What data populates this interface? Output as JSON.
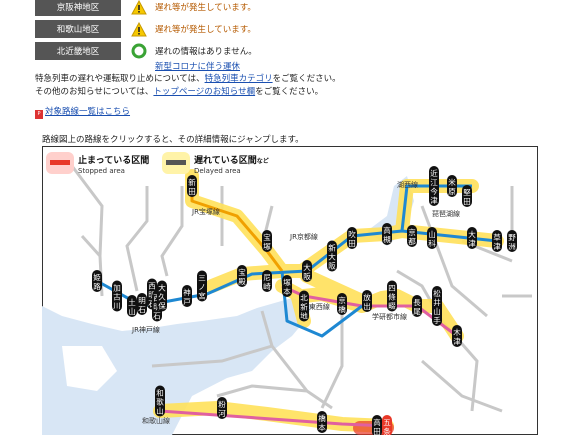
{
  "regions": [
    {
      "name": "京阪神地区",
      "status": "遅れ等が発生しています。",
      "icon": "warning-icon"
    },
    {
      "name": "和歌山地区",
      "status": "遅れ等が発生しています。",
      "icon": "warning-icon"
    },
    {
      "name": "北近畿地区",
      "status": "遅れの情報はありません。",
      "icon": "ok-circle-icon"
    }
  ],
  "covid_link": "新型コロナに伴う運休",
  "notice": {
    "line1_pre": "特急列車の遅れや運転取り止めについては、",
    "line1_link": "特急列車カテゴリ",
    "line1_post": "をご覧ください。",
    "line2_pre": "その他のお知らせについては、",
    "line2_link": "トップページのお知らせ欄",
    "line2_post": "をご覧ください。"
  },
  "pdf_link": "対象路線一覧はこちら",
  "map_instruction": "路線図上の路線をクリックすると、その詳細情報にジャンプします。",
  "legend": {
    "stopped_jp": "止まっている区間",
    "stopped_en": "Stopped area",
    "delayed_jp": "遅れている区間",
    "delayed_suffix": "など",
    "delayed_en": "Delayed area"
  },
  "lines": {
    "kobe": "JR神戸線",
    "takarazuka": "JR宝塚線",
    "kyoto": "JR京都線",
    "tozai": "JR東西線",
    "gakken": "学研都市線",
    "kosei": "湖西線",
    "biwako": "琵琶湖線",
    "wakayama": "和歌山線"
  },
  "stations": [
    "姫路",
    "加古川",
    "西明石",
    "明石",
    "三ノ宮",
    "神戸",
    "尼崎",
    "大阪",
    "新大阪",
    "吹田",
    "高槻",
    "京都",
    "山科",
    "大津",
    "草津",
    "野洲",
    "米原",
    "近江今津",
    "堅田",
    "新田",
    "宝塚",
    "北新地",
    "京橋",
    "放出",
    "四條畷",
    "長尾",
    "松井山手",
    "木津",
    "和歌山",
    "粉河",
    "橋本",
    "五条",
    "高田",
    "西明石2",
    "大久保",
    "土山",
    "塚本",
    "宝殿"
  ],
  "colors": {
    "stopped": "#e83828",
    "delayed": "#ffe15a",
    "line": "#1e88d2",
    "station": "#111"
  }
}
